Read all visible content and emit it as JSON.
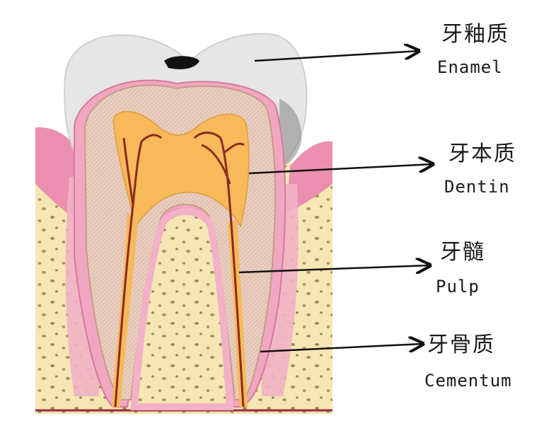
{
  "labels": [
    {
      "id": "enamel",
      "zh": "牙釉质",
      "en": "Enamel"
    },
    {
      "id": "dentin",
      "zh": "牙本质",
      "en": "Dentin"
    },
    {
      "id": "pulp",
      "zh": "牙髓",
      "en": "Pulp"
    },
    {
      "id": "cementum",
      "zh": "牙骨质",
      "en": "Cementum"
    }
  ],
  "colors": {
    "enamel": "#e6e6e6",
    "dentin": "#e8c9b8",
    "pulp": "#f7b95a",
    "gum": "#ea8fb0",
    "bone": "#f6e6b5",
    "nerve": "#8b2b1f",
    "arrow": "#111111"
  }
}
